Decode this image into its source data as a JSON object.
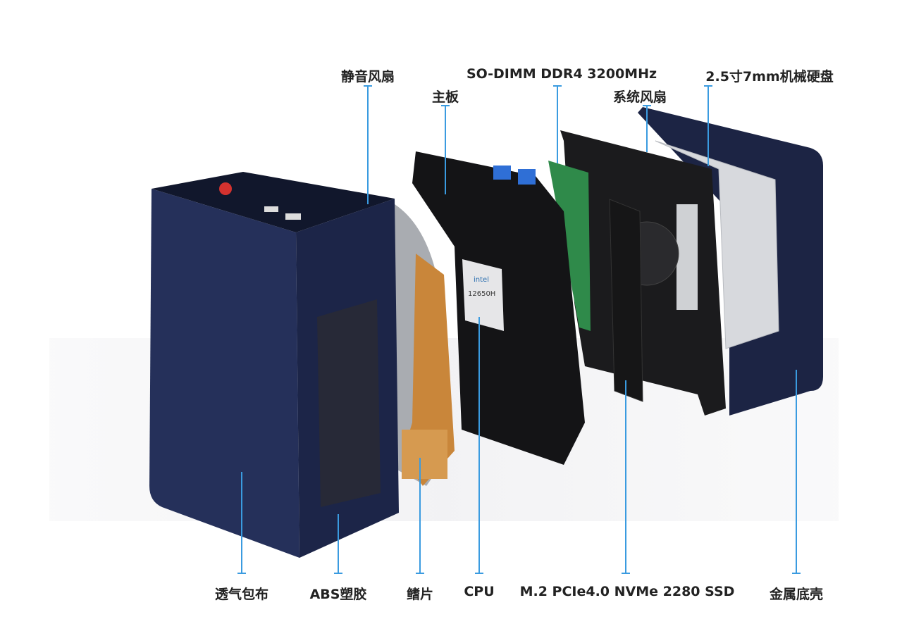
{
  "labels_top": [
    {
      "text": "静音风扇"
    },
    {
      "text": "SO-DIMM DDR4 3200MHz"
    },
    {
      "text": "2.5寸7mm机械硬盘"
    },
    {
      "text": "主板"
    },
    {
      "text": "系统风扇"
    }
  ],
  "labels_bottom": [
    {
      "text": "透气包布"
    },
    {
      "text": "ABS塑胶"
    },
    {
      "text": "鳍片"
    },
    {
      "text": "CPU"
    },
    {
      "text": "M.2 PCIe4.0 NVMe 2280 SSD"
    },
    {
      "text": "金属底壳"
    }
  ],
  "cpu_chip": {
    "brand": "intel",
    "model": "12650H"
  },
  "colors": {
    "leader_line": "#3a9be0",
    "chassis": "#1f2a4d",
    "copper": "#c9863a"
  }
}
